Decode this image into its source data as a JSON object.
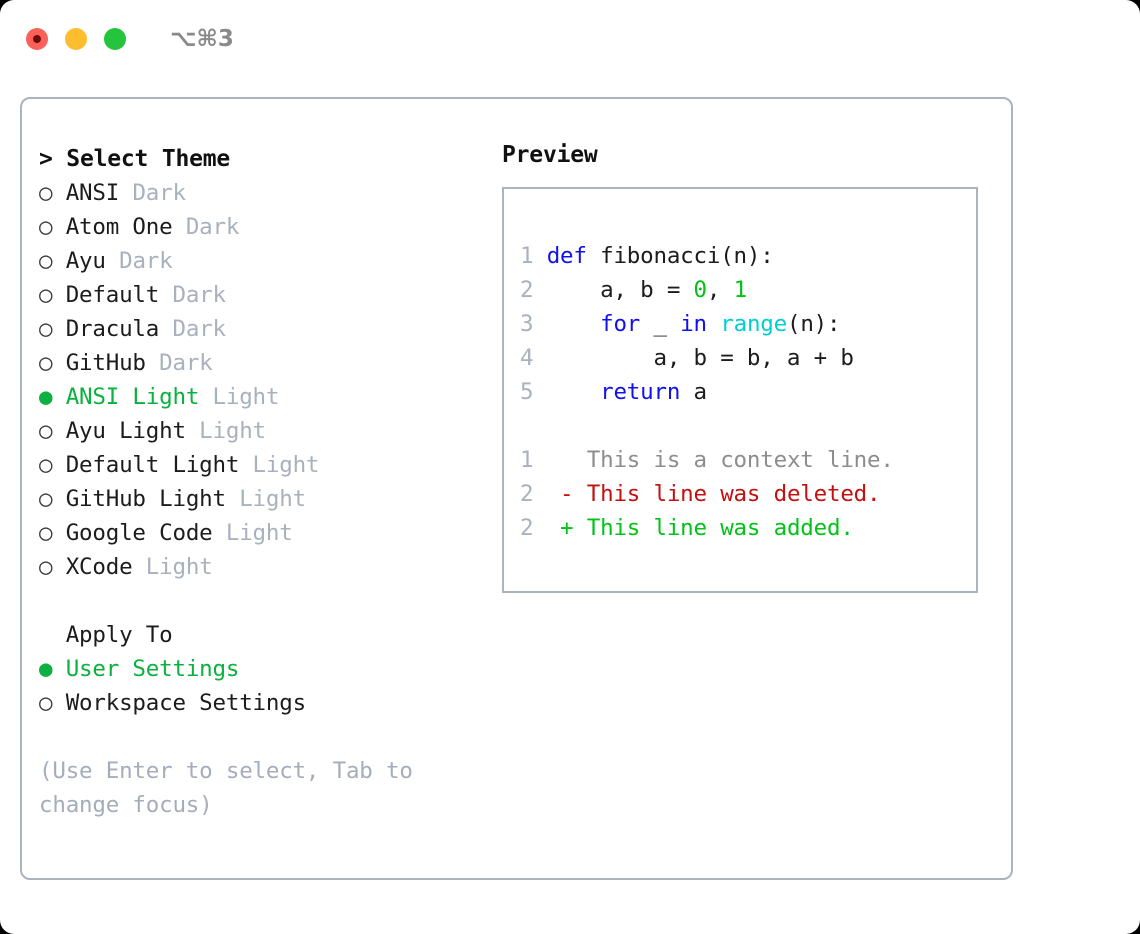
{
  "titlebar": {
    "shortcut": "⌥⌘3",
    "buttons": [
      {
        "name": "close",
        "color": "#fa6158"
      },
      {
        "name": "minimize",
        "color": "#fcbd2e"
      },
      {
        "name": "zoom",
        "color": "#24c53c"
      }
    ]
  },
  "theme_picker": {
    "header": "> Select Theme",
    "bullet_on": "●",
    "bullet_off": "○",
    "items": [
      {
        "bullet": "○",
        "label": "ANSI",
        "tag": "Dark",
        "selected": false
      },
      {
        "bullet": "○",
        "label": "Atom One",
        "tag": "Dark",
        "selected": false
      },
      {
        "bullet": "○",
        "label": "Ayu",
        "tag": "Dark",
        "selected": false
      },
      {
        "bullet": "○",
        "label": "Default",
        "tag": "Dark",
        "selected": false
      },
      {
        "bullet": "○",
        "label": "Dracula",
        "tag": "Dark",
        "selected": false
      },
      {
        "bullet": "○",
        "label": "GitHub",
        "tag": "Dark",
        "selected": false
      },
      {
        "bullet": "●",
        "label": "ANSI Light",
        "tag": "Light",
        "selected": true
      },
      {
        "bullet": "○",
        "label": "Ayu Light",
        "tag": "Light",
        "selected": false
      },
      {
        "bullet": "○",
        "label": "Default Light",
        "tag": "Light",
        "selected": false
      },
      {
        "bullet": "○",
        "label": "GitHub Light",
        "tag": "Light",
        "selected": false
      },
      {
        "bullet": "○",
        "label": "Google Code",
        "tag": "Light",
        "selected": false
      },
      {
        "bullet": "○",
        "label": "XCode",
        "tag": "Light",
        "selected": false
      }
    ]
  },
  "apply_to": {
    "header": "  Apply To",
    "items": [
      {
        "bullet": "●",
        "label": "User Settings",
        "selected": true
      },
      {
        "bullet": "○",
        "label": "Workspace Settings",
        "selected": false
      }
    ]
  },
  "hint": {
    "line1": "(Use Enter to select, Tab to",
    "line2": "change focus)"
  },
  "preview": {
    "title": "Preview",
    "code_lines": [
      {
        "num": "1",
        "tokens": [
          {
            "text": "def",
            "kind": "kw"
          },
          {
            "text": " fibonacci(n):",
            "kind": "plain"
          }
        ]
      },
      {
        "num": "2",
        "tokens": [
          {
            "text": "    a, b = ",
            "kind": "plain"
          },
          {
            "text": "0",
            "kind": "num"
          },
          {
            "text": ", ",
            "kind": "plain"
          },
          {
            "text": "1",
            "kind": "num"
          }
        ]
      },
      {
        "num": "3",
        "tokens": [
          {
            "text": "    ",
            "kind": "plain"
          },
          {
            "text": "for",
            "kind": "kw"
          },
          {
            "text": " _ ",
            "kind": "plain"
          },
          {
            "text": "in",
            "kind": "kw"
          },
          {
            "text": " ",
            "kind": "plain"
          },
          {
            "text": "range",
            "kind": "fn"
          },
          {
            "text": "(n):",
            "kind": "plain"
          }
        ]
      },
      {
        "num": "4",
        "tokens": [
          {
            "text": "        a, b = b, a + b",
            "kind": "plain"
          }
        ]
      },
      {
        "num": "5",
        "tokens": [
          {
            "text": "    ",
            "kind": "plain"
          },
          {
            "text": "return",
            "kind": "kw"
          },
          {
            "text": " a",
            "kind": "plain"
          }
        ]
      }
    ],
    "diff_lines": [
      {
        "num": "1",
        "marker": "  ",
        "text": "This is a context line.",
        "kind": "ctx"
      },
      {
        "num": "2",
        "marker": "- ",
        "text": "This line was deleted.",
        "kind": "del"
      },
      {
        "num": "2",
        "marker": "+ ",
        "text": "This line was added.",
        "kind": "add"
      }
    ]
  },
  "colors": {
    "border": "#aab3c0",
    "accent_green": "#0bb13e",
    "muted": "#a9b1bd",
    "keyword_blue": "#1111ee",
    "number_green": "#00c217",
    "function_cyan": "#00cfcf",
    "diff_delete_red": "#c41010",
    "diff_add_green": "#00c217",
    "diff_context_gray": "#8d8d8d"
  }
}
